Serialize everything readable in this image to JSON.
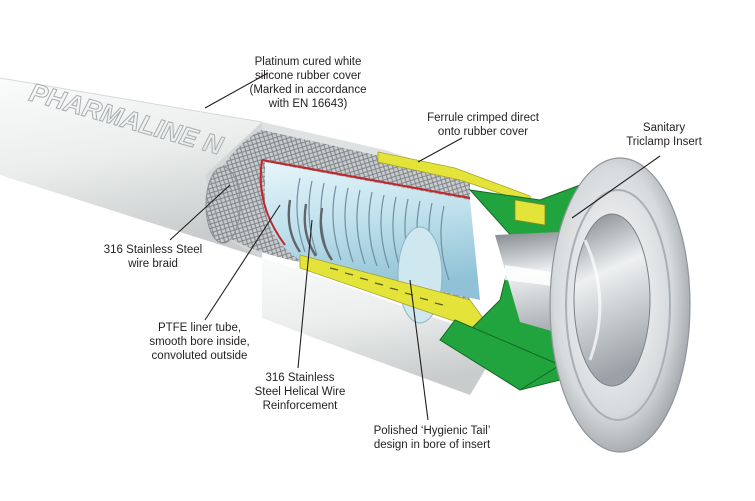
{
  "diagram": {
    "brand_marking": "PHARMALINE N",
    "colors": {
      "cover": "#eceeee",
      "insert_green": "#21a33d",
      "ferrule_yellow": "#e4e33a",
      "liner_red": "#c0272d",
      "ptfe_blue": "#bfe0ec",
      "steel": "#c4c8cb",
      "leader": "#231f20"
    },
    "callouts": {
      "cover": {
        "lines": [
          "Platinum cured white",
          "silicone rubber cover",
          "(Marked in accordance",
          "with EN 16643)"
        ]
      },
      "ferrule": {
        "lines": [
          "Ferrule crimped direct",
          "onto rubber cover"
        ]
      },
      "insert": {
        "lines": [
          "Sanitary",
          "Triclamp Insert"
        ]
      },
      "braid": {
        "lines": [
          "316 Stainless Steel",
          "wire braid"
        ]
      },
      "ptfe": {
        "lines": [
          "PTFE liner tube,",
          "smooth bore inside,",
          "convoluted outside"
        ]
      },
      "helical": {
        "lines": [
          "316 Stainless",
          "Steel Helical Wire",
          "Reinforcement"
        ]
      },
      "tail": {
        "lines": [
          "Polished ‘Hygienic Tail’",
          "design in bore of insert"
        ]
      }
    }
  }
}
